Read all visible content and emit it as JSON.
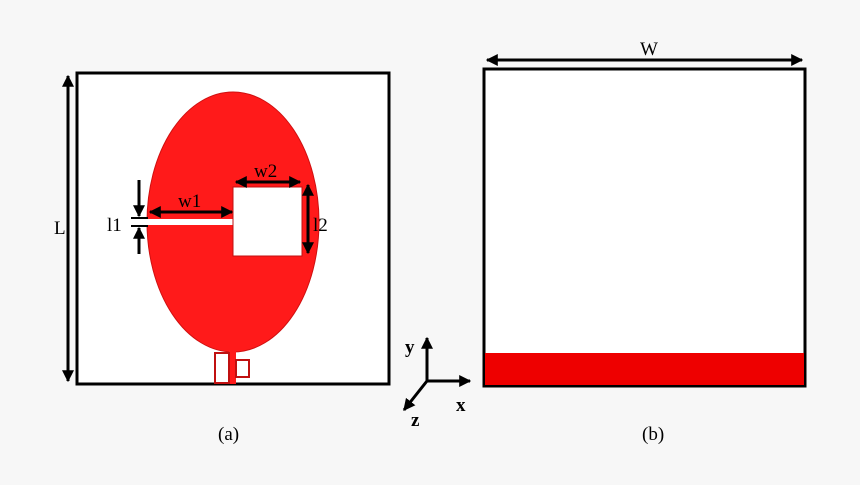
{
  "labels": {
    "L": "L",
    "W": "W",
    "l1": "l1",
    "l2": "l2",
    "w1": "w1",
    "w2": "w2",
    "axis_x": "x",
    "axis_y": "y",
    "axis_z": "z",
    "caption_a": "(a)",
    "caption_b": "(b)"
  },
  "colors": {
    "patch": "#ff1a1a",
    "ground": "#ee0000",
    "background": "#f7f7f7"
  }
}
